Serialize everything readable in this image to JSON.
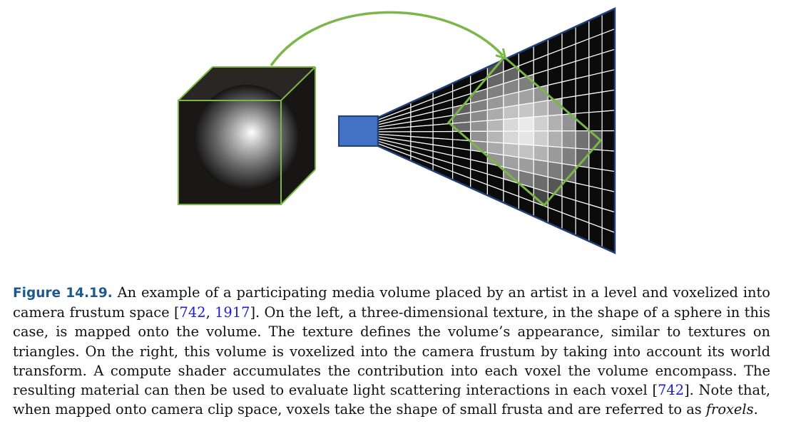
{
  "figure": {
    "colors": {
      "accent_green": "#7ab648",
      "camera_blue": "#4472c4",
      "frustum_edge": "#22407a",
      "voxel_dark": "#0b0b0b",
      "grid_line": "#ffffff",
      "cube_face": "#1a1716"
    },
    "grid": {
      "columns": 14,
      "rows": 12
    },
    "icons": [
      "textured-cube-icon",
      "camera-icon",
      "frustum-grid-icon",
      "mapping-arrow-icon"
    ]
  },
  "caption": {
    "label": "Figure 14.19.",
    "part1": " An example of a participating media volume placed by an artist in a level and voxelized into camera frustum space [",
    "cite1": "742",
    "sep1": ", ",
    "cite2": "1917",
    "part2": "]. On the left, a three-dimensional texture, in the shape of a sphere in this case, is mapped onto the volume. The texture defines the volume’s appearance, similar to textures on triangles. On the right, this volume is voxelized into the camera frustum by taking into account its world transform. A compute shader accumulates the contribution into each voxel the volume encompass. The resulting material can then be used to evaluate light scattering interactions in each voxel [",
    "cite3": "742",
    "part3": "]. Note that, when mapped onto camera clip space, voxels take the shape of small frusta and are referred to as ",
    "emph": "froxels",
    "part4": "."
  }
}
